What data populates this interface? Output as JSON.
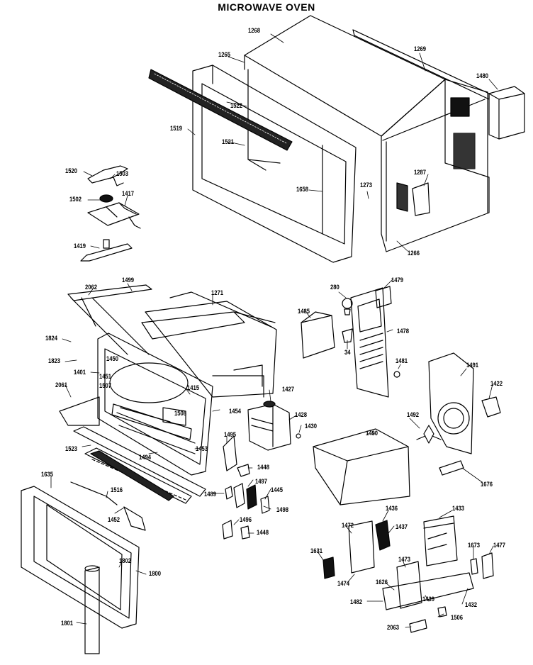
{
  "title": "MICROWAVE OVEN",
  "labels": {
    "p1268": "1268",
    "p1265": "1265",
    "p1269": "1269",
    "p1480": "1480",
    "p1522": "1522",
    "p1519": "1519",
    "p1521": "1521",
    "p1658": "1658",
    "p1273": "1273",
    "p1287": "1287",
    "p1266": "1266",
    "p1520": "1520",
    "p1503": "1503",
    "p1502": "1502",
    "p1417": "1417",
    "p1419": "1419",
    "p2062": "2062",
    "p1499": "1499",
    "p1271": "1271",
    "p1824": "1824",
    "p1823": "1823",
    "p1401": "1401",
    "p1450": "1450",
    "p1451": "1451",
    "p1507": "1507",
    "p2061": "2061",
    "p1415": "1415",
    "p1508": "1508",
    "p1454": "1454",
    "p1427": "1427",
    "p1428": "1428",
    "p1523": "1523",
    "p1494": "1494",
    "p1453": "1453",
    "p1495": "1495",
    "p1430": "1430",
    "p1448a": "1448",
    "p1497": "1497",
    "p1445": "1445",
    "p1498": "1498",
    "p1489": "1489",
    "p1496": "1496",
    "p1448b": "1448",
    "p1635": "1635",
    "p1516": "1516",
    "p1452": "1452",
    "p1802": "1802",
    "p1800": "1800",
    "p1801": "1801",
    "p280": "280",
    "p1479": "1479",
    "p1485": "1485",
    "p1478": "1478",
    "p34": "34",
    "p1481": "1481",
    "p1491": "1491",
    "p1422": "1422",
    "p1490": "1490",
    "p1492": "1492",
    "p1676": "1676",
    "p1436": "1436",
    "p1472": "1472",
    "p1437": "1437",
    "p1433": "1433",
    "p1631": "1631",
    "p1673": "1673",
    "p1477": "1477",
    "p1474": "1474",
    "p1473": "1473",
    "p1626": "1626",
    "p1439": "1439",
    "p1482": "1482",
    "p1432": "1432",
    "p2063": "2063",
    "p1506": "1506"
  }
}
